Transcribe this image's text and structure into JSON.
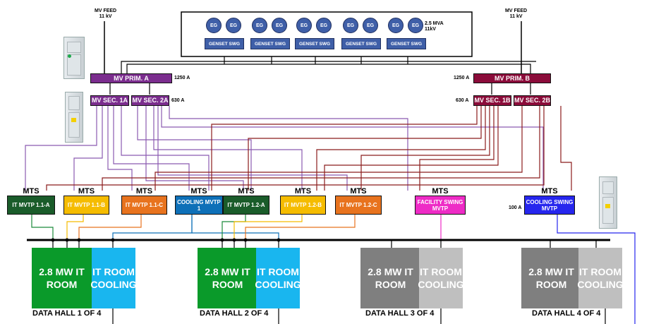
{
  "feeds": {
    "left_label": "MV FEED",
    "left_voltage": "11 kV",
    "right_label": "MV FEED",
    "right_voltage": "11 kV"
  },
  "gensets": {
    "eg_label": "EG",
    "swg_label": "GENSET SWG",
    "count": 5,
    "rating_line1": "2.5 MVA",
    "rating_line2": "11kV"
  },
  "buses": {
    "prim_a": {
      "label": "MV PRIM. A",
      "rating": "1250 A",
      "color": "#7b2d8e"
    },
    "prim_b": {
      "label": "MV PRIM. B",
      "rating": "1250 A",
      "color": "#8b0c3a"
    },
    "sec_1a": {
      "label": "MV SEC. 1A",
      "color": "#7b2d8e"
    },
    "sec_2a": {
      "label": "MV SEC. 2A",
      "rating": "630 A",
      "color": "#7b2d8e"
    },
    "sec_1b": {
      "label": "MV SEC. 1B",
      "rating": "630 A",
      "color": "#8b0c3a"
    },
    "sec_2b": {
      "label": "MV SEC. 2B",
      "color": "#8b0c3a"
    }
  },
  "mts_label": "MTS",
  "mvtps": [
    {
      "label": "IT MVTP 1.1-A",
      "color": "#1a5c2a",
      "text_color": "#ffffff"
    },
    {
      "label": "IT MVTP 1.1-B",
      "color": "#f5bc00",
      "text_color": "#ffffff"
    },
    {
      "label": "IT MVTP 1.1-C",
      "color": "#e8731e",
      "text_color": "#ffffff"
    },
    {
      "label": "COOLING MVTP 1",
      "color": "#0e70b8",
      "text_color": "#ffffff"
    },
    {
      "label": "IT MVTP 1.2-A",
      "color": "#1a5c2a",
      "text_color": "#ffffff"
    },
    {
      "label": "IT MVTP 1.2-B",
      "color": "#f5bc00",
      "text_color": "#ffffff"
    },
    {
      "label": "IT MVTP 1.2-C",
      "color": "#e8731e",
      "text_color": "#ffffff"
    },
    {
      "label": "FACILITY SWING MVTP",
      "color": "#ee2bc6",
      "text_color": "#ffffff"
    },
    {
      "label": "COOLING SWING MVTP",
      "color": "#2626ee",
      "text_color": "#ffffff"
    }
  ],
  "cooling_swing_rating": "100 A",
  "halls": [
    {
      "it": "2.8 MW IT\nROOM",
      "cooling": "IT ROOM\nCOOLING",
      "caption": "DATA HALL 1 OF 4",
      "it_color": "#0a9a2a",
      "cool_color": "#19b6ef"
    },
    {
      "it": "2.8 MW IT\nROOM",
      "cooling": "IT ROOM\nCOOLING",
      "caption": "DATA HALL 2 OF 4",
      "it_color": "#0a9a2a",
      "cool_color": "#19b6ef"
    },
    {
      "it": "2.8 MW IT\nROOM",
      "cooling": "IT ROOM\nCOOLING",
      "caption": "DATA HALL 3 OF 4",
      "it_color": "#7f7f7f",
      "cool_color": "#bfbfbf"
    },
    {
      "it": "2.8 MW IT\nROOM",
      "cooling": "IT ROOM\nCOOLING",
      "caption": "DATA HALL 4 OF 4",
      "it_color": "#7f7f7f",
      "cool_color": "#bfbfbf"
    }
  ]
}
